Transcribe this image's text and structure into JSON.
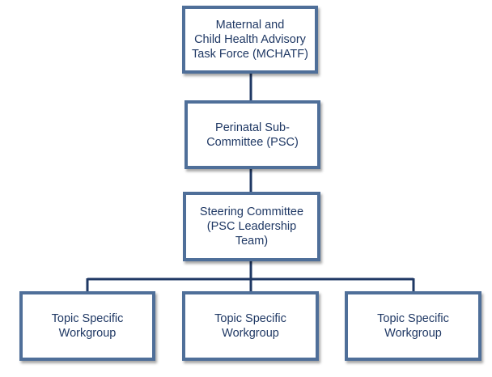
{
  "diagram": {
    "type": "org-chart",
    "line_color": "#1f3864",
    "box_border_color": "#4f6f99",
    "text_color": "#1f3864",
    "nodes": {
      "mchatf": {
        "lines": [
          "Maternal and",
          "Child Health Advisory",
          "Task Force (MCHATF)"
        ]
      },
      "psc": {
        "lines": [
          "Perinatal Sub-",
          "Committee (PSC)"
        ]
      },
      "steering": {
        "lines": [
          "Steering Committee",
          "(PSC Leadership",
          "Team)"
        ]
      },
      "workgroup_1": {
        "lines": [
          "Topic Specific",
          "Workgroup"
        ]
      },
      "workgroup_2": {
        "lines": [
          "Topic Specific",
          "Workgroup"
        ]
      },
      "workgroup_3": {
        "lines": [
          "Topic Specific",
          "Workgroup"
        ]
      }
    },
    "edges": [
      {
        "from": "mchatf",
        "to": "psc"
      },
      {
        "from": "psc",
        "to": "steering"
      },
      {
        "from": "steering",
        "to": "workgroup_1"
      },
      {
        "from": "steering",
        "to": "workgroup_2"
      },
      {
        "from": "steering",
        "to": "workgroup_3"
      }
    ]
  }
}
